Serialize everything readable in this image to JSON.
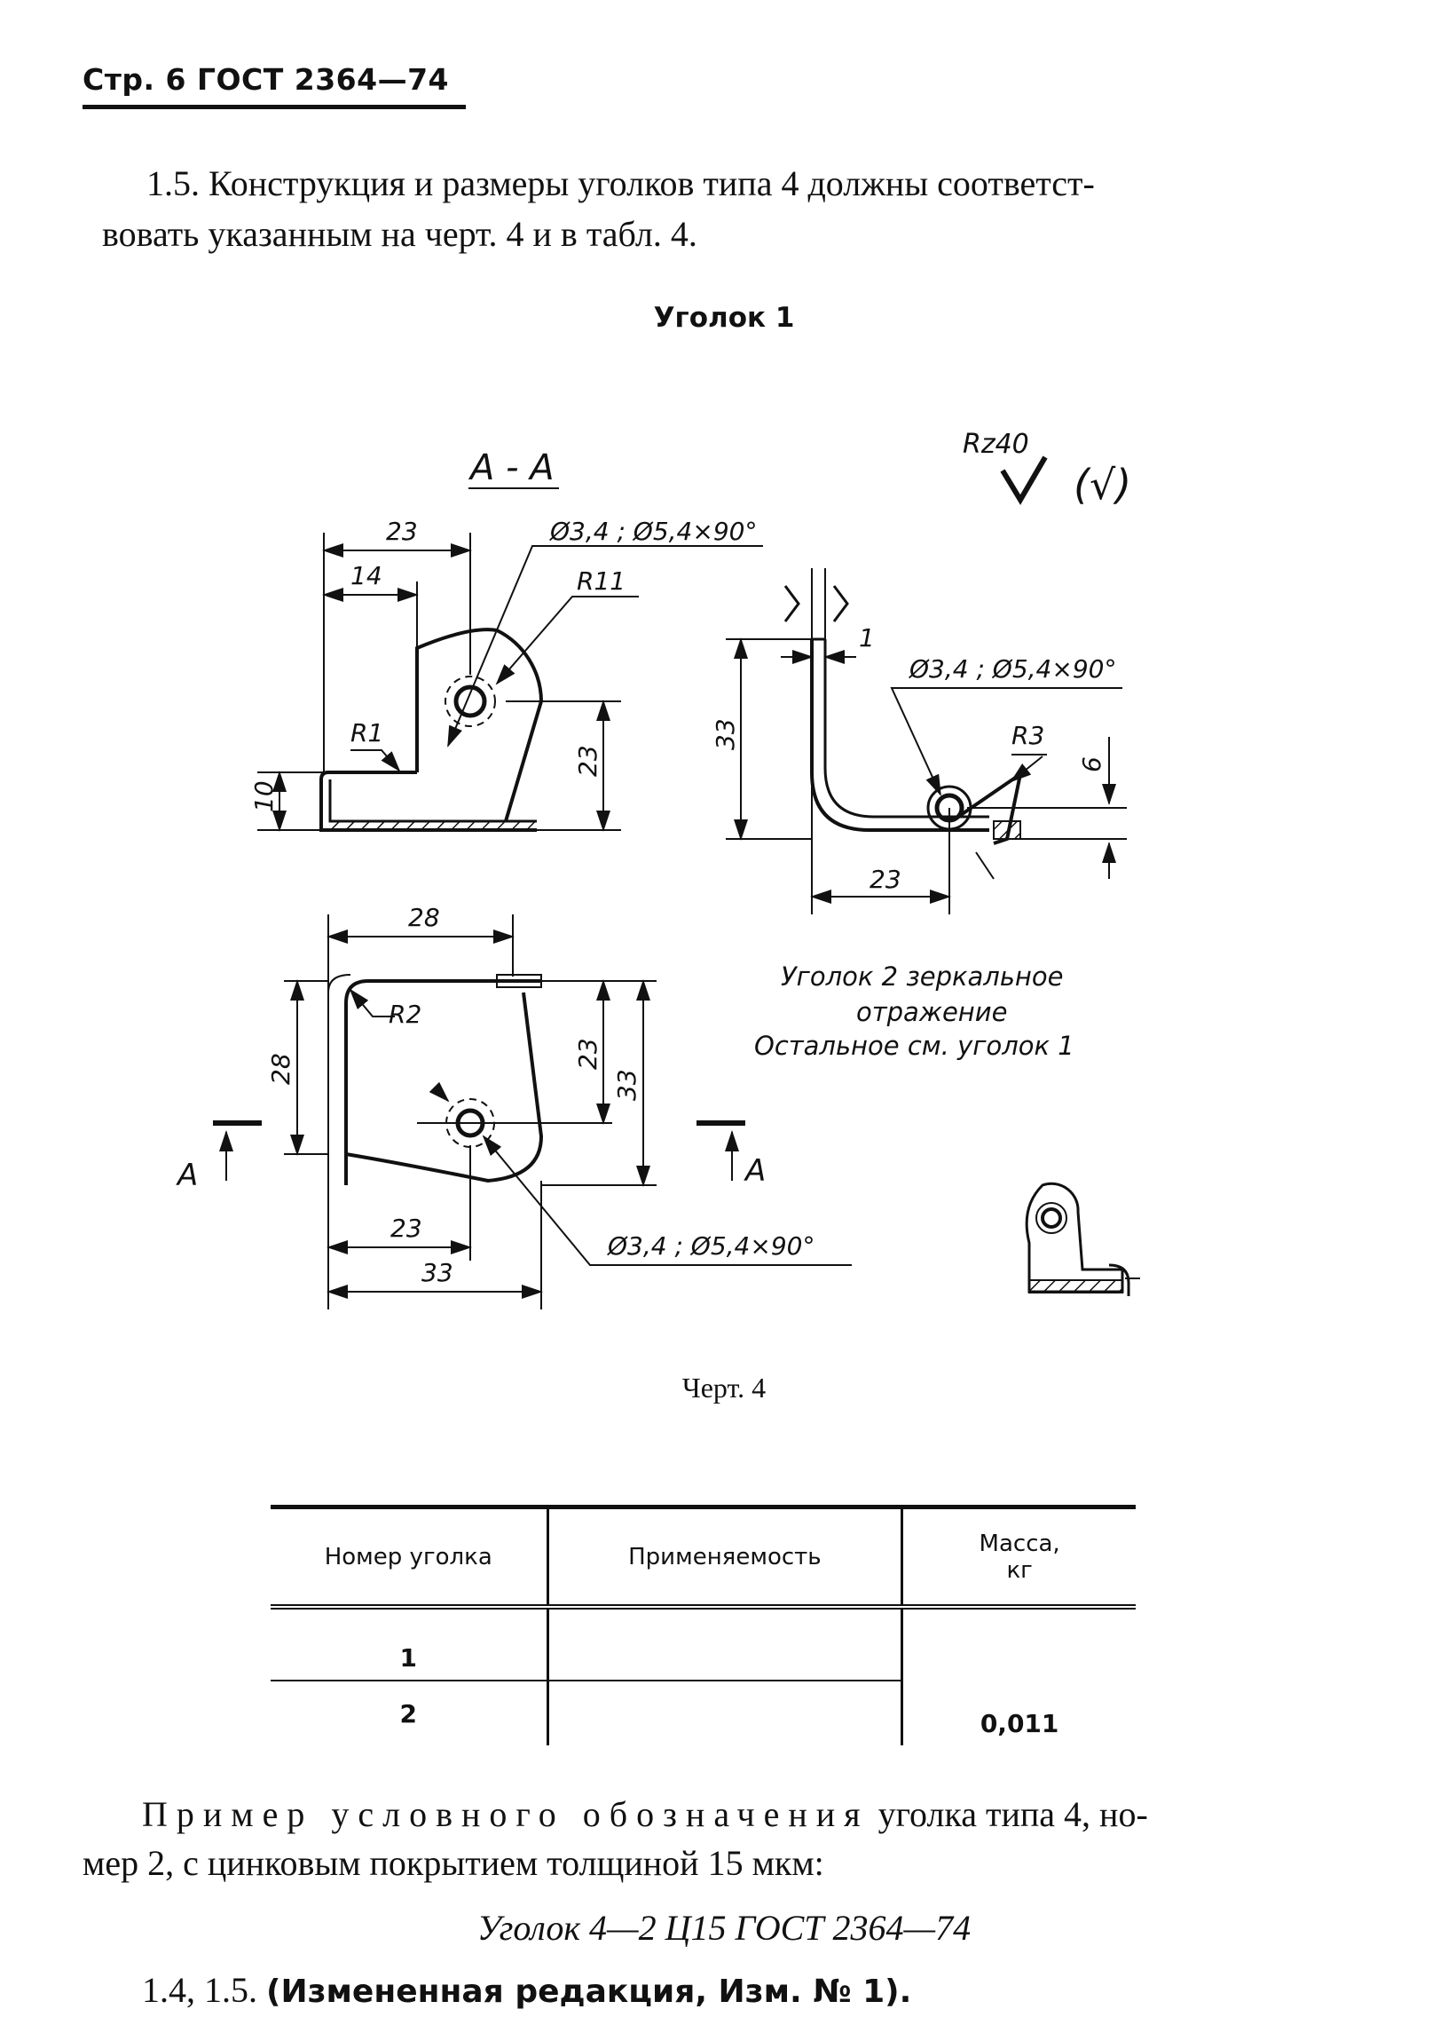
{
  "header": {
    "page_ref": "Стр. 6 ГОСТ 2364—74"
  },
  "paragraph": {
    "line1": "1.5. Конструкция и размеры уголков типа 4 должны соответст-",
    "line2": "вовать указанным на черт. 4 и в табл. 4."
  },
  "drawing": {
    "title": "Уголок  1",
    "section_label": "А - А",
    "roughness": "Rz40",
    "roughness_paren": "(√)",
    "dims": {
      "d23_top": "23",
      "d14": "14",
      "hole_callout_1": "Ø3,4 ; Ø5,4×90°",
      "r11": "R11",
      "r1": "R1",
      "d23_vert": "23",
      "d10": "10",
      "d33_side": "33",
      "d1": "1",
      "hole_callout_2": "Ø3,4 ; Ø5,4×90°",
      "r3": "R3",
      "d6": "6",
      "d23_side_bottom": "23",
      "d28_top": "28",
      "r2": "R2",
      "d28_vert": "28",
      "d23_vert2": "23",
      "d33_vert2": "33",
      "section_mark_left": "А",
      "section_mark_right": "А",
      "d23_bottom": "23",
      "d33_bottom": "33",
      "hole_callout_3": "Ø3,4 ; Ø5,4×90°"
    },
    "note_line1": "Уголок    2 зеркальное",
    "note_line2": "отражение",
    "note_line3": "Остальное  см.  уголок     1",
    "caption": "Черт. 4"
  },
  "table": {
    "headers": [
      "Номер уголка",
      "Применяемость",
      "Масса,\nкг"
    ],
    "rows": [
      {
        "num": "1",
        "use": ""
      },
      {
        "num": "2",
        "use": ""
      }
    ],
    "mass": "0,011"
  },
  "example": {
    "line1_spaced": "Пример условного обозначения",
    "line1_rest": " уголка типа 4, но-",
    "line2": "мер 2, с цинковым покрытием толщиной 15 мкм:",
    "designation": "Уголок 4—2 Ц15 ГОСТ 2364—74",
    "note_prefix": "1.4, 1.5. ",
    "note_bold": "(Измененная редакция, Изм. № 1)."
  }
}
